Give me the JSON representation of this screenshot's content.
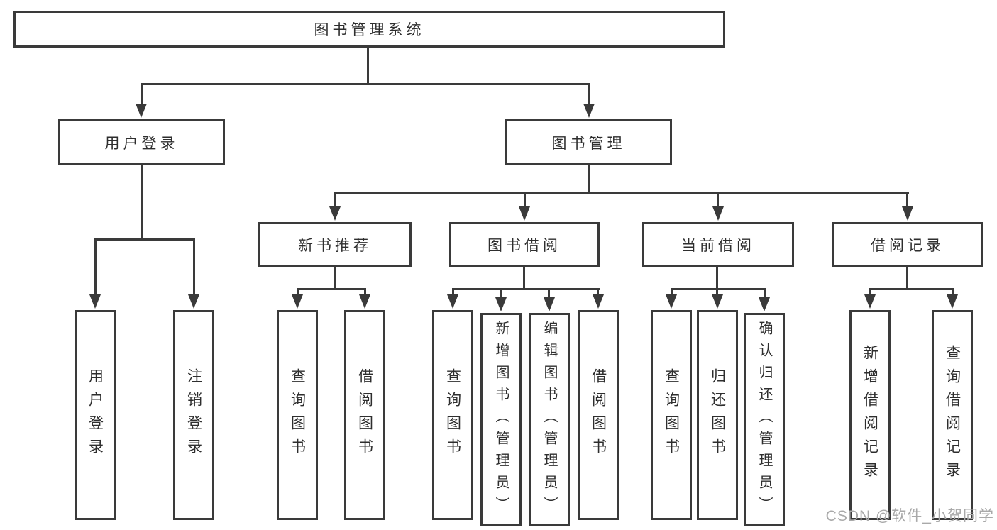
{
  "diagram": {
    "type": "hierarchy-tree",
    "root": {
      "label": "图书管理系统",
      "children": [
        {
          "label": "用户登录",
          "children": [
            {
              "label": "用户登录"
            },
            {
              "label": "注销登录"
            }
          ]
        },
        {
          "label": "图书管理",
          "children": [
            {
              "label": "新书推荐",
              "children": [
                {
                  "label": "查询图书"
                },
                {
                  "label": "借阅图书"
                }
              ]
            },
            {
              "label": "图书借阅",
              "children": [
                {
                  "label": "查询图书"
                },
                {
                  "label": "新增图书（管理员）"
                },
                {
                  "label": "编辑图书（管理员）"
                },
                {
                  "label": "借阅图书"
                }
              ]
            },
            {
              "label": "当前借阅",
              "children": [
                {
                  "label": "查询图书"
                },
                {
                  "label": "归还图书"
                },
                {
                  "label": "确认归还（管理员）"
                }
              ]
            },
            {
              "label": "借阅记录",
              "children": [
                {
                  "label": "新增借阅记录"
                },
                {
                  "label": "查询借阅记录"
                }
              ]
            }
          ]
        }
      ]
    }
  },
  "watermark": {
    "text": "CSDN @软件_小贺同学"
  },
  "colors": {
    "line": "#3a3a3a",
    "text": "#2e2e2e",
    "watermark": "#a9a9a9",
    "background": "#ffffff"
  }
}
